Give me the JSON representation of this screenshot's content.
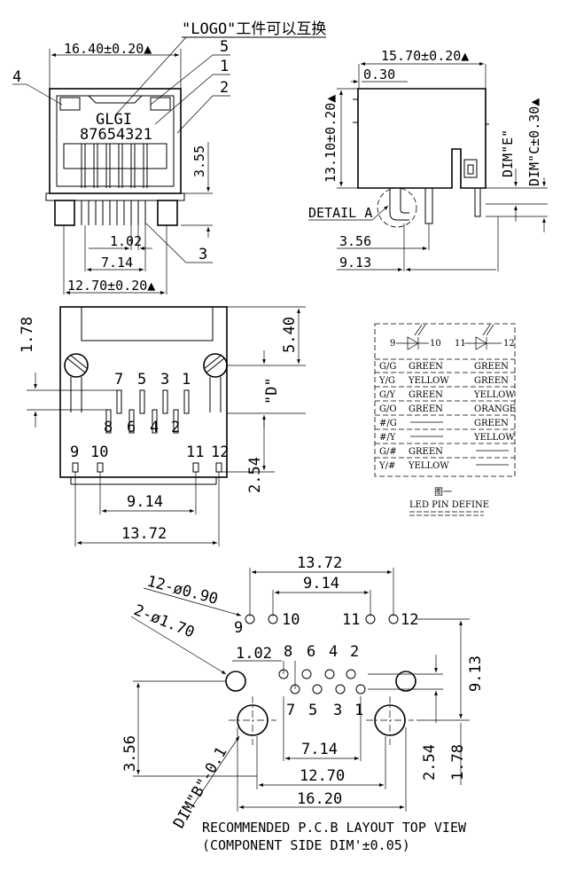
{
  "front": {
    "logo_note": "\"LOGO\"工件可以互换",
    "logo_text": "GLGI",
    "pin_row": "87654321",
    "width": "16.40±0.20▲",
    "height": "3.55",
    "pitch_a": "1.02",
    "pitch_b": "7.14",
    "pitch_c": "12.70±0.20▲",
    "callouts": [
      "4",
      "5",
      "1",
      "2",
      "3"
    ]
  },
  "side": {
    "width": "15.70±0.20▲",
    "offset": "0.30",
    "height": "13.10±0.20▲",
    "dim_e": "DIM\"E\"",
    "dim_c": "DIM\"C±0.30▲",
    "detail": "DETAIL A",
    "d1": "3.56",
    "d2": "9.13"
  },
  "bottom": {
    "d178": "1.78",
    "d540": "5.40",
    "dim_d": "\"D\"",
    "d254": "2.54",
    "d914": "9.14",
    "d1372": "13.72",
    "pins_top": [
      "7",
      "5",
      "3",
      "1"
    ],
    "pins_bottom": [
      "8",
      "6",
      "4",
      "2"
    ],
    "led_pins": [
      "9",
      "10",
      "11",
      "12"
    ]
  },
  "led_table": {
    "header_left_a": "9",
    "header_left_b": "10",
    "header_right_a": "11",
    "header_right_b": "12",
    "rows": [
      {
        "code": "G/G",
        "left": "GREEN",
        "right": "GREEN"
      },
      {
        "code": "Y/G",
        "left": "YELLOW",
        "right": "GREEN"
      },
      {
        "code": "G/Y",
        "left": "GREEN",
        "right": "YELLOW"
      },
      {
        "code": "G/O",
        "left": "GREEN",
        "right": "ORANGE"
      },
      {
        "code": "#/G",
        "left": "",
        "right": "GREEN"
      },
      {
        "code": "#/Y",
        "left": "",
        "right": "YELLOW"
      },
      {
        "code": "G/#",
        "left": "GREEN",
        "right": ""
      },
      {
        "code": "Y/#",
        "left": "YELLOW",
        "right": ""
      }
    ],
    "caption_cn": "图一",
    "caption": "LED PIN DEFINE"
  },
  "pcb": {
    "d1372": "13.72",
    "d914": "9.14",
    "hole_small": "12-ø0.90",
    "hole_large": "2-ø1.70",
    "d102": "1.02",
    "d913": "9.13",
    "d356": "3.56",
    "dim_b": "DIM\"B\"-0.1",
    "d714": "7.14",
    "d1270": "12.70",
    "d1620": "16.20",
    "d254": "2.54",
    "d178": "1.78",
    "pins_top": [
      "8",
      "6",
      "4",
      "2"
    ],
    "pins_bottom": [
      "7",
      "5",
      "3",
      "1"
    ],
    "led_left": [
      "9",
      "10"
    ],
    "led_right": [
      "11",
      "12"
    ],
    "title": "RECOMMENDED P.C.B LAYOUT TOP VIEW",
    "subtitle": "(COMPONENT SIDE DIM'±0.05)"
  }
}
